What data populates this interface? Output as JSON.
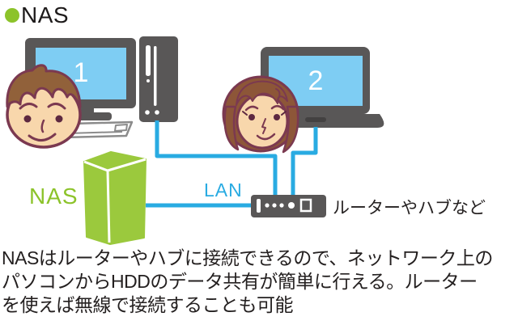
{
  "title": {
    "text": "NAS"
  },
  "diagram": {
    "pc1": {
      "screen_label": "1"
    },
    "pc2": {
      "screen_label": "2"
    },
    "nas": {
      "label": "NAS"
    },
    "cable": {
      "label": "LAN"
    },
    "router": {
      "label": "ルーターやハブなど"
    }
  },
  "caption": {
    "lines": [
      "NASはルーターやハブに接続できるので、ネットワーク上の",
      "パソコンからHDDのデータ共有が簡単に行える。ルーター",
      "を使えば無線で接続することも可能"
    ]
  },
  "colors": {
    "accent_green": "#8cc32a",
    "nas_box_green": "#9bc93d",
    "cable_blue": "#29abe2",
    "screen_blue": "#7ecdf3",
    "device_gray": "#595757",
    "outline_maroon": "#7b3950",
    "skin": "#f8d7ac",
    "hair_brown": "#91613a",
    "text_black": "#242020"
  }
}
